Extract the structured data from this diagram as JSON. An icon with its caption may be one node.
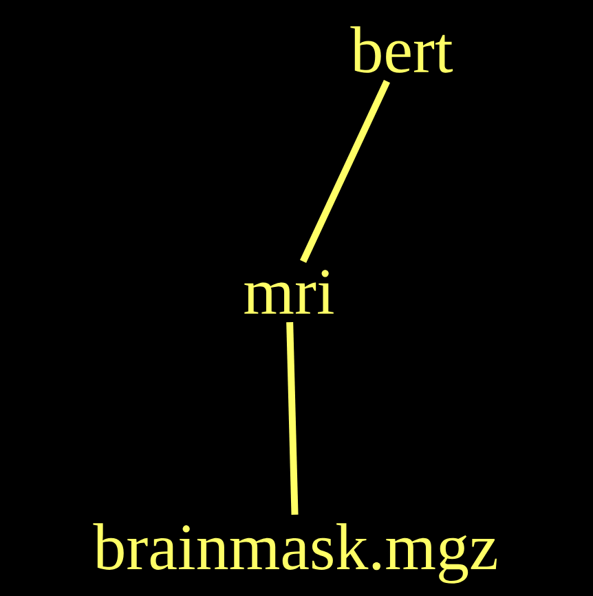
{
  "diagram": {
    "nodes": [
      {
        "text": [
          "bert"
        ]
      },
      {
        "text": [
          "mri"
        ]
      },
      {
        "text": [
          "brainmask.mgz"
        ]
      }
    ],
    "edges": [
      {
        "from": 0,
        "to": 1,
        "arrow": "none"
      },
      {
        "from": 1,
        "to": 2,
        "arrow": "none"
      }
    ]
  }
}
